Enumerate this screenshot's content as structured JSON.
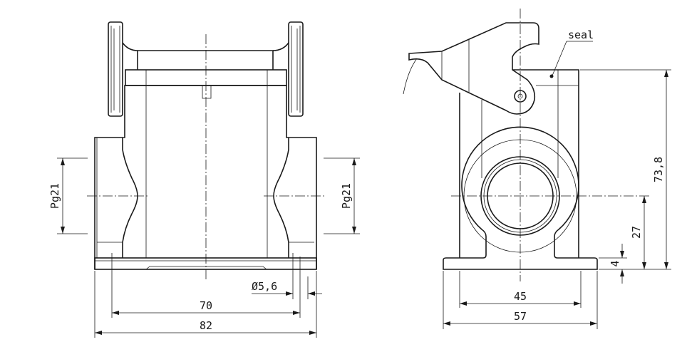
{
  "front_view": {
    "thread_left": "Pg21",
    "thread_right": "Pg21",
    "hole_diameter": "Ø5,6",
    "hole_spacing": "70",
    "overall_width": "82"
  },
  "side_view": {
    "seal_label": "seal",
    "overall_height": "73,8",
    "gland_height": "27",
    "base_thickness": "4",
    "hole_spacing": "45",
    "overall_width": "57"
  },
  "colors": {
    "line": "#1a1a1a",
    "background": "#ffffff"
  }
}
